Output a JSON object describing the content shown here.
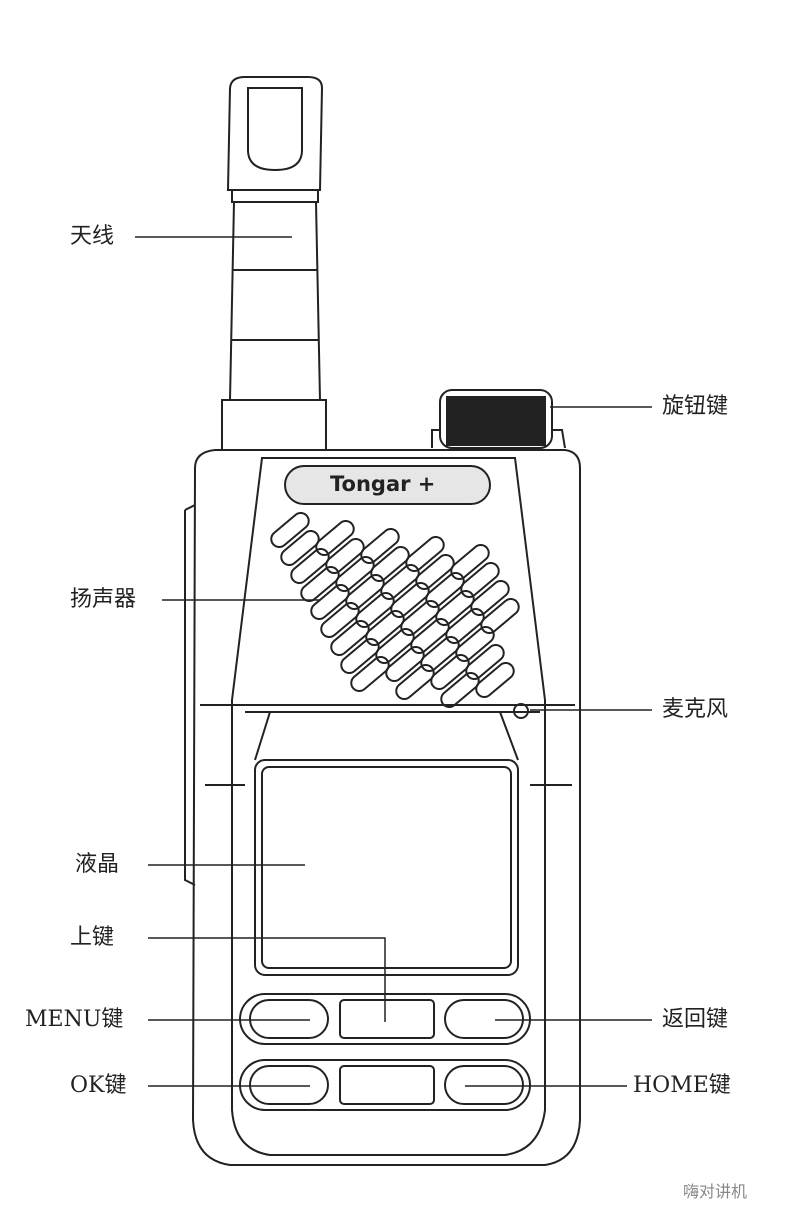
{
  "brand": {
    "logo_text": "Tongar +"
  },
  "labels": {
    "antenna": "天线",
    "knob": "旋钮键",
    "speaker": "扬声器",
    "microphone": "麦克风",
    "lcd": "液晶",
    "up_key": "上键",
    "menu_key": "MENU键",
    "back_key": "返回键",
    "ok_key": "OK键",
    "home_key": "HOME键"
  },
  "watermark": "嗨对讲机",
  "colors": {
    "line": "#222222",
    "logo_bg": "#e6e6e6"
  }
}
